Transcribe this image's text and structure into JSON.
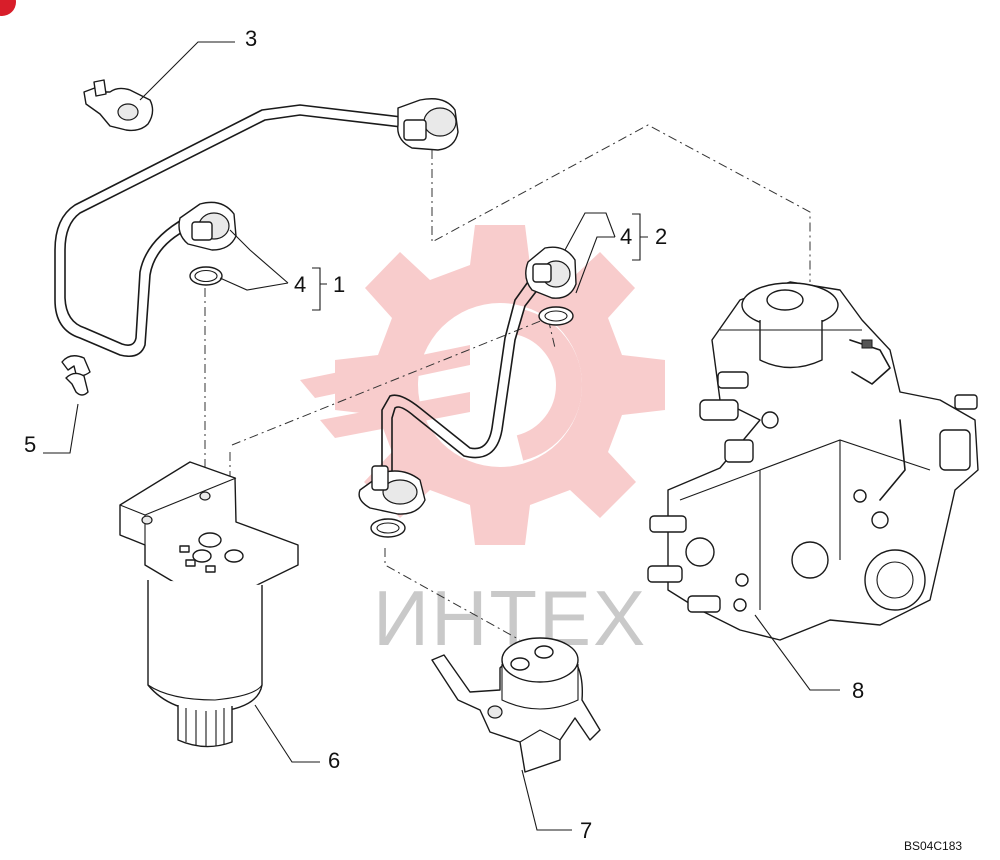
{
  "watermark": {
    "text": "ИНТЕХ",
    "color": "#f3b8b8"
  },
  "callouts": {
    "c1": "1",
    "c2": "2",
    "c3": "3",
    "c4a": "4",
    "c4b": "4",
    "c5": "5",
    "c6": "6",
    "c7": "7",
    "c8": "8"
  },
  "figure_code": "BS04C183",
  "corner_mark_color": "#d81e2a",
  "icons": [
    "gear-logo-icon",
    "corner-mark-icon"
  ]
}
